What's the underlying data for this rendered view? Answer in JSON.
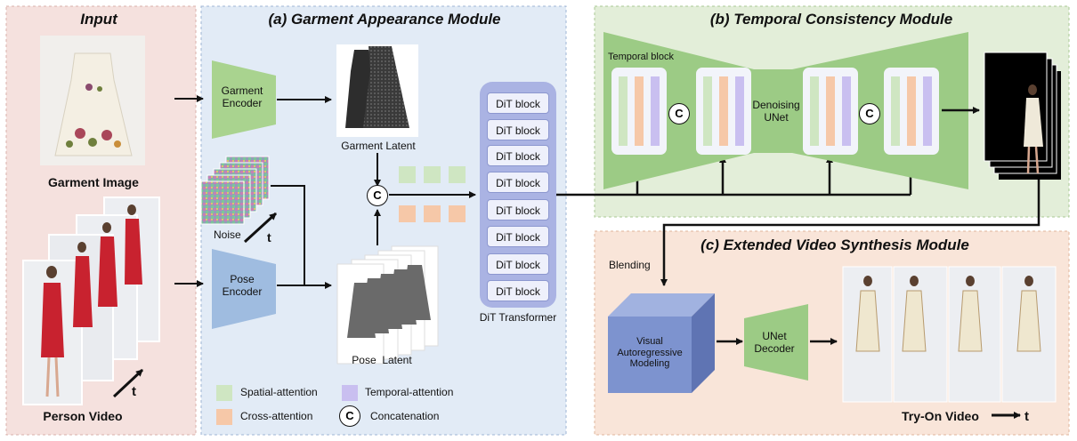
{
  "titles": {
    "input": "Input",
    "garment_module": "(a) Garment Appearance Module",
    "temporal_module": "(b) Temporal Consistency Module",
    "extended_module": "(c) Extended Video Synthesis Module"
  },
  "input": {
    "garment_image": "Garment Image",
    "person_video": "Person Video",
    "t": "t"
  },
  "garment_module": {
    "garment_encoder": "Garment Encoder",
    "pose_encoder": "Pose Encoder",
    "garment_latent": "Garment Latent",
    "noise": "Noise",
    "t": "t",
    "pose_latent": "Pose  Latent",
    "concat_symbol": "C",
    "dit_blocks": [
      "DiT block",
      "DiT block",
      "DiT block",
      "DiT block",
      "DiT block",
      "DiT block",
      "DiT block",
      "DiT block"
    ],
    "dit_transformer": "DiT Transformer"
  },
  "legend": {
    "spatial": "Spatial-attention",
    "temporal": "Temporal-attention",
    "cross": "Cross-attention",
    "concat": "Concatenation",
    "concat_symbol": "C"
  },
  "temporal_module": {
    "temporal_block": "Temporal block",
    "denoising_unet": "Denoising UNet",
    "concat_symbol": "C"
  },
  "extended_module": {
    "blending": "Blending",
    "visual_ar": "Visual Autoregressive Modeling",
    "unet_decoder": "UNet Decoder",
    "tryon_video": "Try-On Video",
    "t": "t"
  },
  "colors": {
    "input_bg": "#f5e1de",
    "garment_bg": "#e2ebf6",
    "temporal_bg": "#e3eed9",
    "extended_bg": "#f9e5d9",
    "spatial": "#cfe6c2",
    "cross": "#f6c8a8",
    "temporal": "#c9bff0",
    "encoder_green": "#a9d38f",
    "encoder_blue": "#9fbce0",
    "dit_panel": "#aab3e3",
    "cube": "#7d93cf",
    "unet_green": "#9ccb85"
  }
}
